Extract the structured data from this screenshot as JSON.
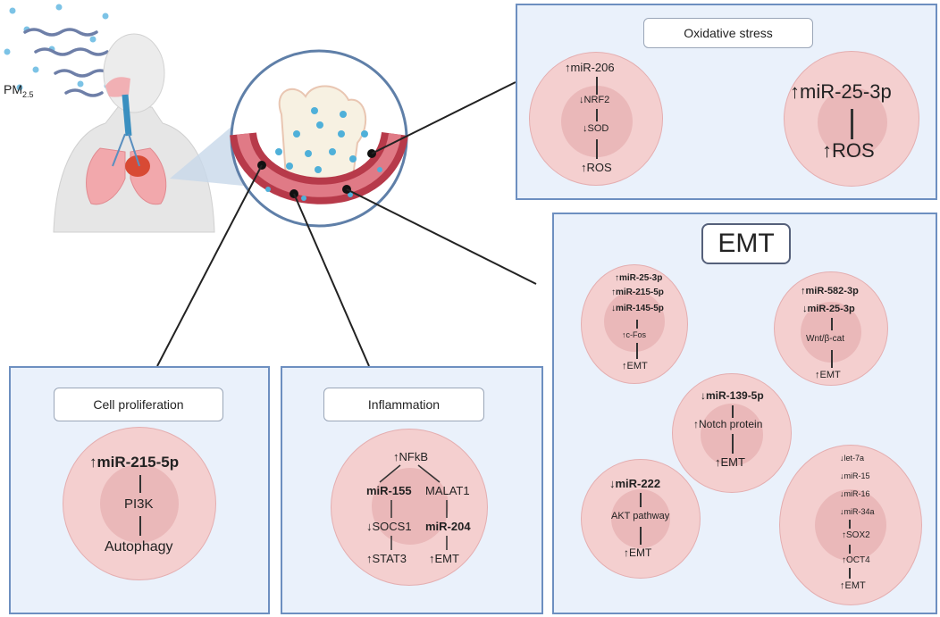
{
  "pm_label": "PM",
  "pm_sub": "2.5",
  "oxidative": {
    "title": "Oxidative stress",
    "left": {
      "a": "miR-206",
      "b": "NRF2",
      "c": "SOD",
      "d": "ROS"
    },
    "right": {
      "a": "miR-25-3p",
      "b": "ROS"
    }
  },
  "emt": {
    "title": "EMT",
    "c1": {
      "a": "miR-25-3p",
      "b": "miR-215-5p",
      "c": "miR-145-5p",
      "d": "c-Fos",
      "e": "EMT"
    },
    "c2": {
      "a": "miR-582-3p",
      "b": "miR-25-3p",
      "c": "Wnt/β-cat",
      "d": "EMT"
    },
    "c3": {
      "a": "miR-139-5p",
      "b": "Notch protein",
      "c": "EMT"
    },
    "c4": {
      "a": "miR-222",
      "b": "AKT pathway",
      "c": "EMT"
    },
    "c5": {
      "a": "let-7a",
      "b": "miR-15",
      "c": "miR-16",
      "d": "miR-34a",
      "e": "SOX2",
      "f": "OCT4",
      "g": "EMT"
    }
  },
  "proliferation": {
    "title": "Cell proliferation",
    "a": "miR-215-5p",
    "b": "PI3K",
    "c": "Autophagy"
  },
  "inflammation": {
    "title": "Inflammation",
    "a": "NFkB",
    "b": "miR-155",
    "c": "MALAT1",
    "d": "SOCS1",
    "e": "miR-204",
    "f": "STAT3",
    "g": "EMT"
  },
  "arrows": {
    "up": "↑",
    "down": "↓"
  },
  "colors": {
    "panel": "#eaf1fb",
    "panel_border": "#6d8fc0",
    "disc": "#f4cfcf",
    "inner": "#eab8b9",
    "vessel": "#b73a4a",
    "particle": "#5bb8dd"
  }
}
